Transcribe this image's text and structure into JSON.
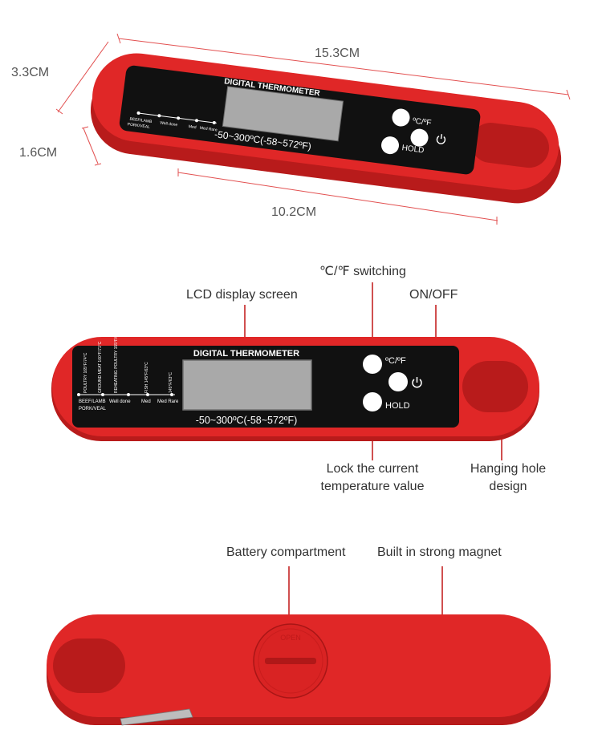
{
  "colors": {
    "body_red": "#e02727",
    "body_red_dark": "#b81b1b",
    "panel_black": "#111111",
    "pointer_red": "#c01515",
    "dimension_line": "#e25050",
    "label_text": "#333333"
  },
  "dimensions": {
    "length": "15.3CM",
    "height": "3.3CM",
    "thickness": "1.6CM",
    "probe_length": "10.2CM"
  },
  "device": {
    "title": "DIGITAL THERMOMETER",
    "range": "-50~300ºC(-58~572ºF)",
    "unit_button": "ºC/ºF",
    "hold_button": "HOLD",
    "power_icon": "power-icon",
    "scale_labels": [
      "POULTRY 165°F/74°C",
      "GROUND MEAT 160°F/71°C",
      "REHEATING POULTRY 155°F/68°C",
      "FISH 145°F/63°C",
      "145°F/63°C"
    ],
    "scale_bottom": [
      "BEEF/LAMB",
      "PORK/VEAL",
      "Well done",
      "Med",
      "Med Rare"
    ]
  },
  "callouts": {
    "unit_switch": "℃/℉ switching",
    "lcd": "LCD display screen",
    "power": "ON/OFF",
    "hold": "Lock the current temperature value",
    "hanging": "Hanging hole design",
    "battery": "Battery compartment",
    "magnet": "Built in strong magnet",
    "battery_cover": "OPEN"
  }
}
